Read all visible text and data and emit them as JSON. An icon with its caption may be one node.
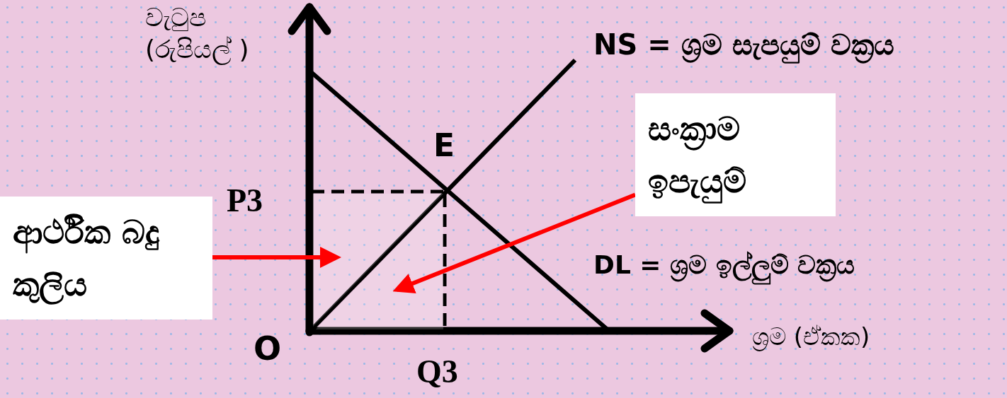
{
  "diagram": {
    "nodes": [
      {
        "text": [
          "ආර්ථික බදු කුලිය"
        ]
      },
      {
        "text": [
          "සංක්‍රාම ඉපැයුම්"
        ]
      },
      {
        "text": [],
        "shape": "triangle"
      },
      {
        "text": [],
        "shape": "triangle"
      }
    ],
    "edges": [
      {
        "from": 0,
        "to": 2,
        "arrow": "to"
      },
      {
        "from": 1,
        "to": 3,
        "arrow": "to"
      }
    ],
    "labels": [
      "වැටුප (රුපියල් )",
      "NS = ශ්‍රම සැපයුම් වක්‍රය",
      "E",
      "P3",
      "DL = ශ්‍රම ඉල්ලුම් වක්‍රය",
      "O",
      "ශ්‍රම (ඒකක)",
      "Q3"
    ]
  }
}
